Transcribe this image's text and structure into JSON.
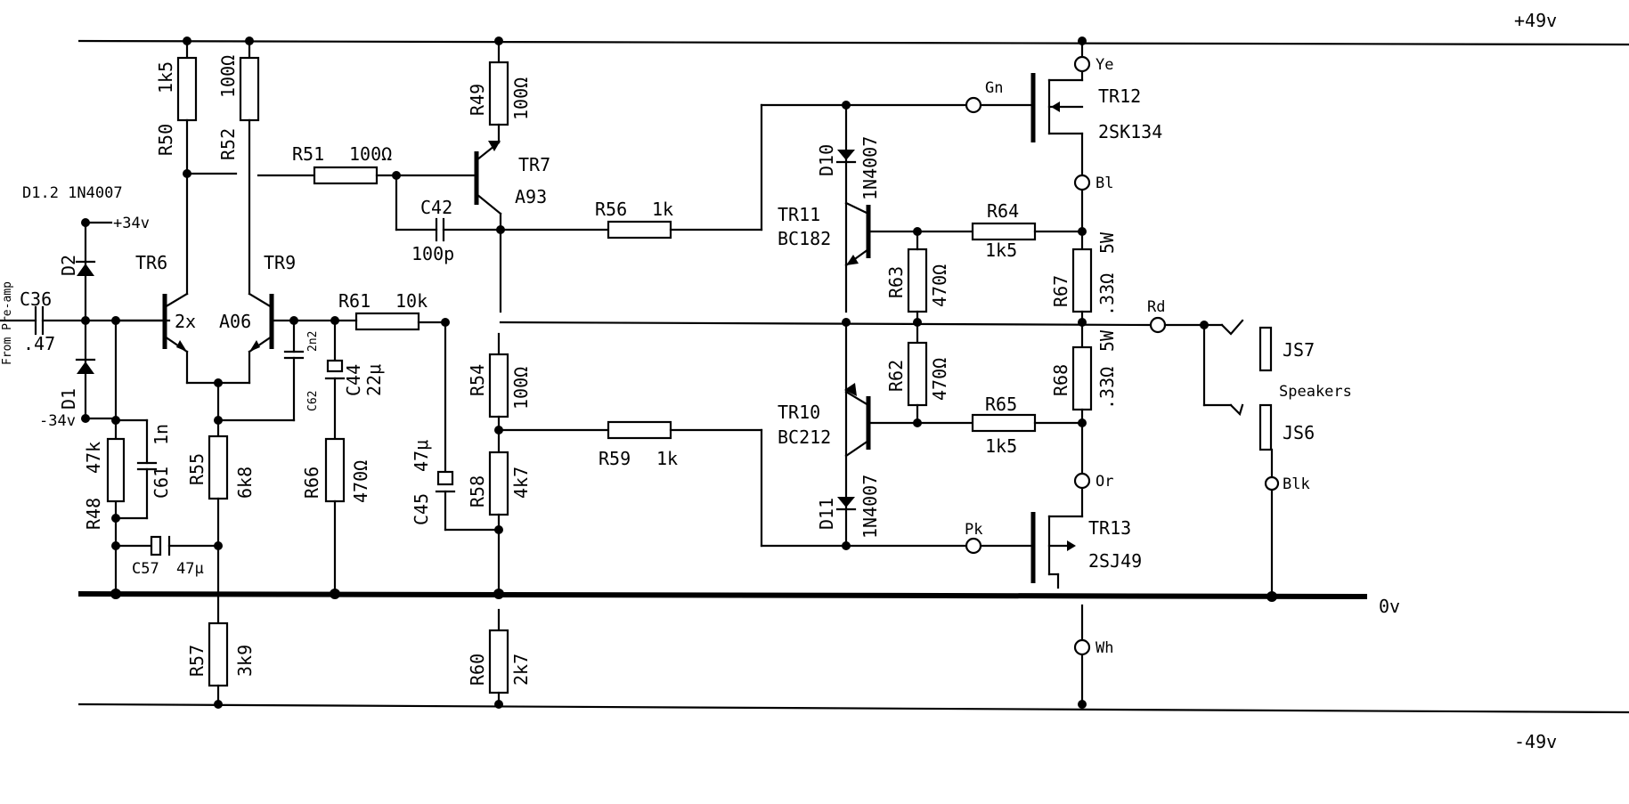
{
  "rails": {
    "pos": "+49v",
    "neg": "-49v",
    "gnd": "0v",
    "pos34": "+34v",
    "neg34": "-34v"
  },
  "input": {
    "label": "From Pre-amp",
    "cap": "C36",
    "cap_value": ".47"
  },
  "diodes": {
    "pair_label": "D1.2 1N4007",
    "d1": "D1",
    "d2": "D2",
    "d10": "D10",
    "d10_part": "1N4007",
    "d11": "D11",
    "d11_part": "1N4007"
  },
  "resistors": {
    "r50": "R50",
    "r50_v": "1k5",
    "r52": "R52",
    "r52_v": "100Ω",
    "r51": "R51",
    "r51_v": "100Ω",
    "r49": "R49",
    "r49_v": "100Ω",
    "r56": "R56",
    "r56_v": "1k",
    "r61": "R61",
    "r61_v": "10k",
    "r48": "R48",
    "r48_v": "47k",
    "r55": "R55",
    "r55_v": "6k8",
    "r66": "R66",
    "r66_v": "470Ω",
    "r54": "R54",
    "r54_v": "100Ω",
    "r58": "R58",
    "r58_v": "4k7",
    "r59": "R59",
    "r59_v": "1k",
    "r63": "R63",
    "r63_v": "470Ω",
    "r64": "R64",
    "r64_v": "1k5",
    "r62": "R62",
    "r62_v": "470Ω",
    "r65": "R65",
    "r65_v": "1k5",
    "r67": "R67",
    "r67_v": ".33Ω",
    "r67_w": "5W",
    "r68": "R68",
    "r68_v": ".33Ω",
    "r68_w": "5W",
    "r57": "R57",
    "r57_v": "3k9",
    "r60": "R60",
    "r60_v": "2k7"
  },
  "caps": {
    "c42": "C42",
    "c42_v": "100p",
    "c62": "C62",
    "c62_v": "2n2",
    "c44": "C44",
    "c44_v": "22μ",
    "c61": "C61",
    "c61_v": "1n",
    "c57": "C57",
    "c57_v": "47μ",
    "c45": "C45",
    "c45_v": "47μ"
  },
  "transistors": {
    "tr6": "TR6",
    "tr9": "TR9",
    "pair": "2x",
    "pair_part": "A06",
    "tr7": "TR7",
    "tr7_part": "A93",
    "tr11": "TR11",
    "tr11_part": "BC182",
    "tr10": "TR10",
    "tr10_part": "BC212",
    "tr12": "TR12",
    "tr12_part": "2SK134",
    "tr13": "TR13",
    "tr13_part": "2SJ49"
  },
  "terminals": {
    "ye": "Ye",
    "gn": "Gn",
    "bl": "Bl",
    "rd": "Rd",
    "or": "Or",
    "pk": "Pk",
    "wh": "Wh",
    "blk": "Blk"
  },
  "speakers": {
    "js7": "JS7",
    "js6": "JS6",
    "label": "Speakers"
  }
}
